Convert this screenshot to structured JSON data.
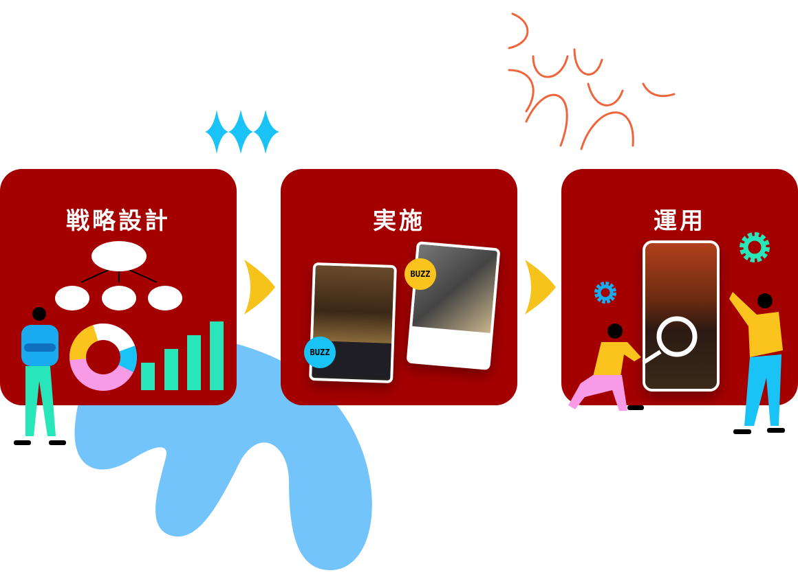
{
  "steps": [
    {
      "title": "戦略設計"
    },
    {
      "title": "実施"
    },
    {
      "title": "運用"
    }
  ],
  "badges": {
    "buzz": "BUZZ"
  },
  "colors": {
    "card": "#a50000",
    "arrow": "#f6c21c",
    "blob": "#73c4fa",
    "zigzag": "#19c3f5",
    "lines": "#f0643c",
    "green": "#28e6b9",
    "pink": "#f79be6",
    "yellow": "#fac31e",
    "gear_teal": "#28e6b9",
    "gear_blue": "#19aaf0"
  },
  "icons": [
    "chevron-right-icon",
    "gear-icon",
    "magnifier-icon"
  ]
}
